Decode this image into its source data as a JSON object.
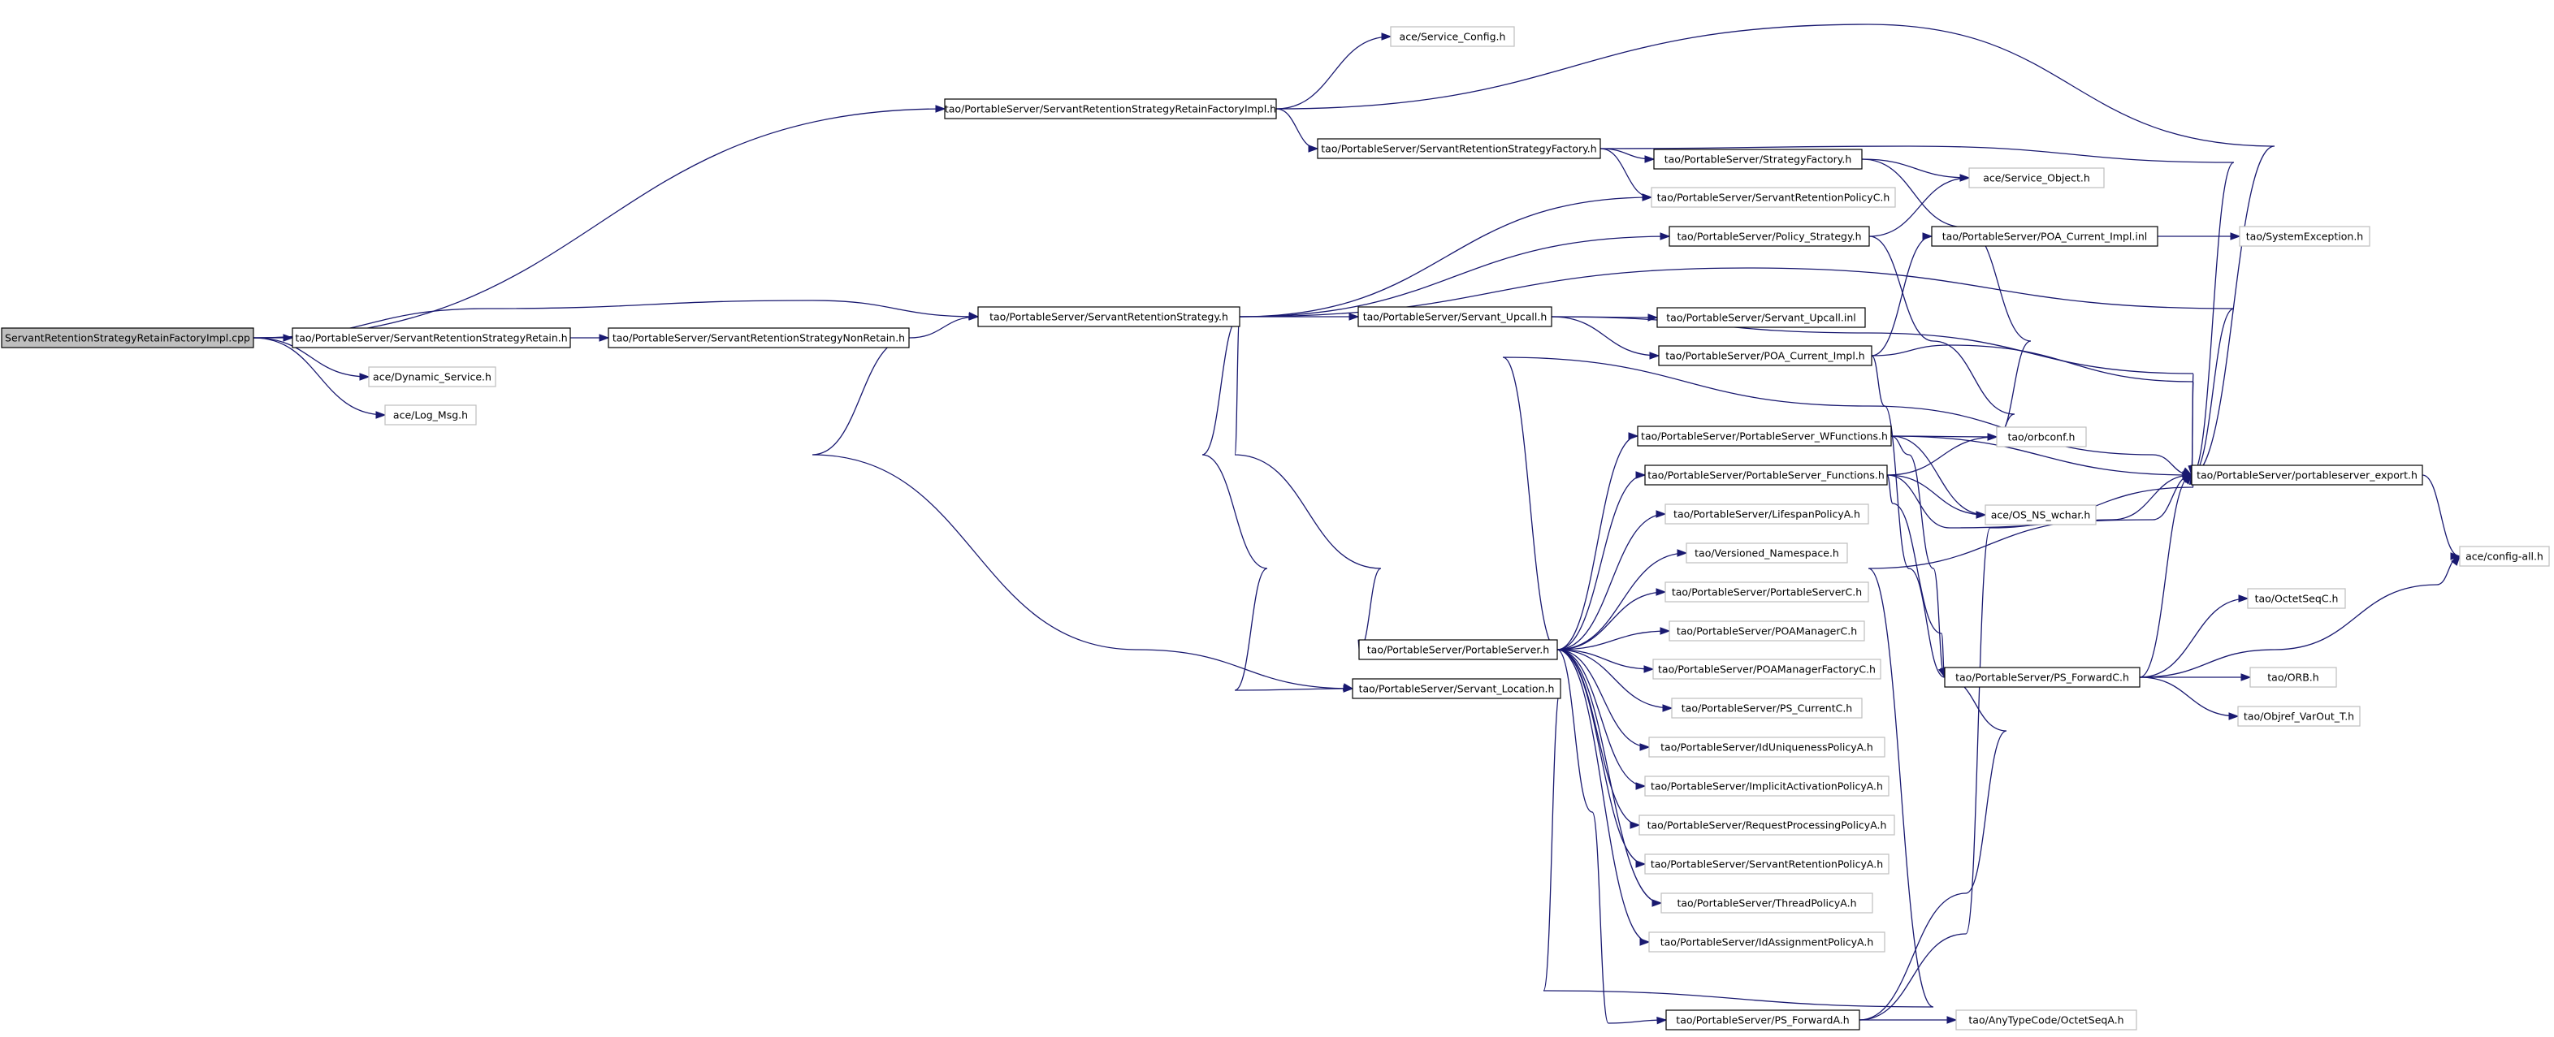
{
  "nodes": [
    {
      "id": "root",
      "label": "ServantRetentionStrategyRetainFactoryImpl.cpp",
      "style": "root"
    },
    {
      "id": "factimpl",
      "label": "tao/PortableServer/ServantRetentionStrategyRetainFactoryImpl.h",
      "style": "doc"
    },
    {
      "id": "svccfg",
      "label": "ace/Service_Config.h",
      "style": "ext"
    },
    {
      "id": "srsfact",
      "label": "tao/PortableServer/ServantRetentionStrategyFactory.h",
      "style": "doc"
    },
    {
      "id": "stratfact",
      "label": "tao/PortableServer/StrategyFactory.h",
      "style": "doc"
    },
    {
      "id": "svcobj",
      "label": "ace/Service_Object.h",
      "style": "ext"
    },
    {
      "id": "srpolc",
      "label": "tao/PortableServer/ServantRetentionPolicyC.h",
      "style": "ext"
    },
    {
      "id": "polstrat",
      "label": "tao/PortableServer/Policy_Strategy.h",
      "style": "doc"
    },
    {
      "id": "poacurinl",
      "label": "tao/PortableServer/POA_Current_Impl.inl",
      "style": "doc"
    },
    {
      "id": "sysexc",
      "label": "tao/SystemException.h",
      "style": "ext"
    },
    {
      "id": "srsretain",
      "label": "tao/PortableServer/ServantRetentionStrategyRetain.h",
      "style": "doc"
    },
    {
      "id": "srsnonret",
      "label": "tao/PortableServer/ServantRetentionStrategyNonRetain.h",
      "style": "doc"
    },
    {
      "id": "srs",
      "label": "tao/PortableServer/ServantRetentionStrategy.h",
      "style": "doc"
    },
    {
      "id": "upcall",
      "label": "tao/PortableServer/Servant_Upcall.h",
      "style": "doc"
    },
    {
      "id": "upcallinl",
      "label": "tao/PortableServer/Servant_Upcall.inl",
      "style": "doc"
    },
    {
      "id": "poacur",
      "label": "tao/PortableServer/POA_Current_Impl.h",
      "style": "doc"
    },
    {
      "id": "dynsvc",
      "label": "ace/Dynamic_Service.h",
      "style": "ext"
    },
    {
      "id": "logmsg",
      "label": "ace/Log_Msg.h",
      "style": "ext"
    },
    {
      "id": "wfunc",
      "label": "tao/PortableServer/PortableServer_WFunctions.h",
      "style": "doc"
    },
    {
      "id": "orbconf",
      "label": "tao/orbconf.h",
      "style": "ext"
    },
    {
      "id": "psfunc",
      "label": "tao/PortableServer/PortableServer_Functions.h",
      "style": "doc"
    },
    {
      "id": "psexport",
      "label": "tao/PortableServer/portableserver_export.h",
      "style": "doc"
    },
    {
      "id": "osns",
      "label": "ace/OS_NS_wchar.h",
      "style": "ext"
    },
    {
      "id": "lifespan",
      "label": "tao/PortableServer/LifespanPolicyA.h",
      "style": "ext"
    },
    {
      "id": "versns",
      "label": "tao/Versioned_Namespace.h",
      "style": "ext"
    },
    {
      "id": "psc",
      "label": "tao/PortableServer/PortableServerC.h",
      "style": "ext"
    },
    {
      "id": "poamgr",
      "label": "tao/PortableServer/POAManagerC.h",
      "style": "ext"
    },
    {
      "id": "configall",
      "label": "ace/config-all.h",
      "style": "ext"
    },
    {
      "id": "octetseqc",
      "label": "tao/OctetSeqC.h",
      "style": "ext"
    },
    {
      "id": "portsrv",
      "label": "tao/PortableServer/PortableServer.h",
      "style": "doc"
    },
    {
      "id": "poamgrfact",
      "label": "tao/PortableServer/POAManagerFactoryC.h",
      "style": "ext"
    },
    {
      "id": "psfwdc",
      "label": "tao/PortableServer/PS_ForwardC.h",
      "style": "doc"
    },
    {
      "id": "orbh",
      "label": "tao/ORB.h",
      "style": "ext"
    },
    {
      "id": "servloc",
      "label": "tao/PortableServer/Servant_Location.h",
      "style": "doc"
    },
    {
      "id": "pscurrent",
      "label": "tao/PortableServer/PS_CurrentC.h",
      "style": "ext"
    },
    {
      "id": "objref",
      "label": "tao/Objref_VarOut_T.h",
      "style": "ext"
    },
    {
      "id": "iduniq",
      "label": "tao/PortableServer/IdUniquenessPolicyA.h",
      "style": "ext"
    },
    {
      "id": "implact",
      "label": "tao/PortableServer/ImplicitActivationPolicyA.h",
      "style": "ext"
    },
    {
      "id": "reqproc",
      "label": "tao/PortableServer/RequestProcessingPolicyA.h",
      "style": "ext"
    },
    {
      "id": "srpola",
      "label": "tao/PortableServer/ServantRetentionPolicyA.h",
      "style": "ext"
    },
    {
      "id": "threadpol",
      "label": "tao/PortableServer/ThreadPolicyA.h",
      "style": "ext"
    },
    {
      "id": "idassign",
      "label": "tao/PortableServer/IdAssignmentPolicyA.h",
      "style": "ext"
    },
    {
      "id": "psfwda",
      "label": "tao/PortableServer/PS_ForwardA.h",
      "style": "doc"
    },
    {
      "id": "anytype",
      "label": "tao/AnyTypeCode/OctetSeqA.h",
      "style": "ext"
    }
  ],
  "edges": [
    [
      "root",
      "factimpl"
    ],
    [
      "root",
      "srs"
    ],
    [
      "root",
      "srsretain"
    ],
    [
      "root",
      "dynsvc"
    ],
    [
      "root",
      "logmsg"
    ],
    [
      "factimpl",
      "svccfg"
    ],
    [
      "factimpl",
      "psexport"
    ],
    [
      "factimpl",
      "srsfact"
    ],
    [
      "srsfact",
      "stratfact"
    ],
    [
      "srsfact",
      "srpolc"
    ],
    [
      "srsfact",
      "psexport"
    ],
    [
      "stratfact",
      "svcobj"
    ],
    [
      "stratfact",
      "orbconf"
    ],
    [
      "polstrat",
      "svcobj"
    ],
    [
      "polstrat",
      "orbconf"
    ],
    [
      "poacurinl",
      "sysexc"
    ],
    [
      "srsretain",
      "srsnonret"
    ],
    [
      "srsnonret",
      "srs"
    ],
    [
      "srsnonret",
      "servloc"
    ],
    [
      "srs",
      "srpolc"
    ],
    [
      "srs",
      "polstrat"
    ],
    [
      "srs",
      "upcall"
    ],
    [
      "srs",
      "psexport"
    ],
    [
      "srs",
      "portsrv"
    ],
    [
      "srs",
      "servloc"
    ],
    [
      "upcall",
      "upcallinl"
    ],
    [
      "upcall",
      "poacur"
    ],
    [
      "upcall",
      "psexport"
    ],
    [
      "poacur",
      "poacurinl"
    ],
    [
      "poacur",
      "psexport"
    ],
    [
      "poacur",
      "psfwdc"
    ],
    [
      "wfunc",
      "orbconf"
    ],
    [
      "wfunc",
      "psexport"
    ],
    [
      "wfunc",
      "osns"
    ],
    [
      "wfunc",
      "psfwdc"
    ],
    [
      "psfunc",
      "orbconf"
    ],
    [
      "psfunc",
      "osns"
    ],
    [
      "psfunc",
      "psexport"
    ],
    [
      "psfunc",
      "psfwdc"
    ],
    [
      "psexport",
      "configall"
    ],
    [
      "portsrv",
      "wfunc"
    ],
    [
      "portsrv",
      "psfunc"
    ],
    [
      "portsrv",
      "lifespan"
    ],
    [
      "portsrv",
      "versns"
    ],
    [
      "portsrv",
      "psc"
    ],
    [
      "portsrv",
      "poamgr"
    ],
    [
      "portsrv",
      "poamgrfact"
    ],
    [
      "portsrv",
      "pscurrent"
    ],
    [
      "portsrv",
      "iduniq"
    ],
    [
      "portsrv",
      "implact"
    ],
    [
      "portsrv",
      "reqproc"
    ],
    [
      "portsrv",
      "srpola"
    ],
    [
      "portsrv",
      "threadpol"
    ],
    [
      "portsrv",
      "idassign"
    ],
    [
      "portsrv",
      "psfwda"
    ],
    [
      "portsrv",
      "psexport"
    ],
    [
      "servloc",
      "psexport"
    ],
    [
      "psfwdc",
      "octetseqc"
    ],
    [
      "psfwdc",
      "orbh"
    ],
    [
      "psfwdc",
      "objref"
    ],
    [
      "psfwdc",
      "configall"
    ],
    [
      "psfwdc",
      "psexport"
    ],
    [
      "psfwda",
      "psfwdc"
    ],
    [
      "psfwda",
      "anytype"
    ],
    [
      "psfwda",
      "psexport"
    ]
  ]
}
